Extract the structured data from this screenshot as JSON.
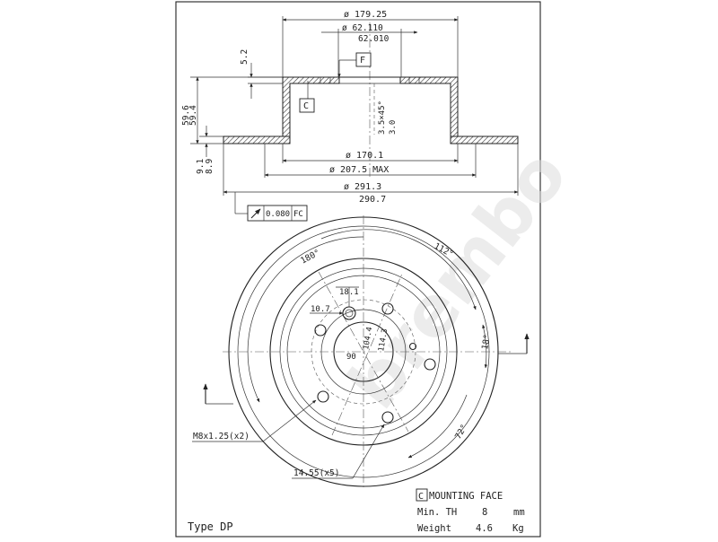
{
  "section_view": {
    "dim_outer_hat_dia": "ø 179.25",
    "dim_bore_upper": "ø 62.110",
    "dim_bore_lower": "62.010",
    "dim_hat_depth": "5.2",
    "ref_f": "F",
    "ref_c": "C",
    "dim_height_upper": "59.6",
    "dim_height_lower": "59.4",
    "dim_chamfer": "3.5×45°",
    "dim_chamfer_depth": "3.0",
    "dim_thick_upper": "9.1",
    "dim_thick_lower": "8.9",
    "dim_inner_dia": "ø 170.1",
    "dim_max_dia": "ø 207.5 MAX",
    "dim_outer_dia_upper": "ø 291.3",
    "dim_outer_dia_lower": "290.7",
    "tolerance_value": "0.080",
    "tolerance_ref": "FC"
  },
  "front_view": {
    "angle_top_left": "180°",
    "angle_top_right": "112°",
    "angle_right": "18°",
    "angle_bottom_right": "72°",
    "dim_hole_offset": "18.1",
    "dim_hole_dia": "10.7",
    "dim_pcd": "114.3",
    "dim_hub_pcd": "104.4",
    "dim_center_angle": "90",
    "thread_spec": "M8x1.25(x2)",
    "stud_hole_spec": "14.55(x5)"
  },
  "notes": {
    "mounting_ref": "C",
    "mounting_face": "MOUNTING FACE",
    "min_th_label": "Min. TH",
    "min_th_value": "8",
    "min_th_unit": "mm",
    "weight_label": "Weight",
    "weight_value": "4.6",
    "weight_unit": "Kg",
    "type_label": "Type DP"
  }
}
